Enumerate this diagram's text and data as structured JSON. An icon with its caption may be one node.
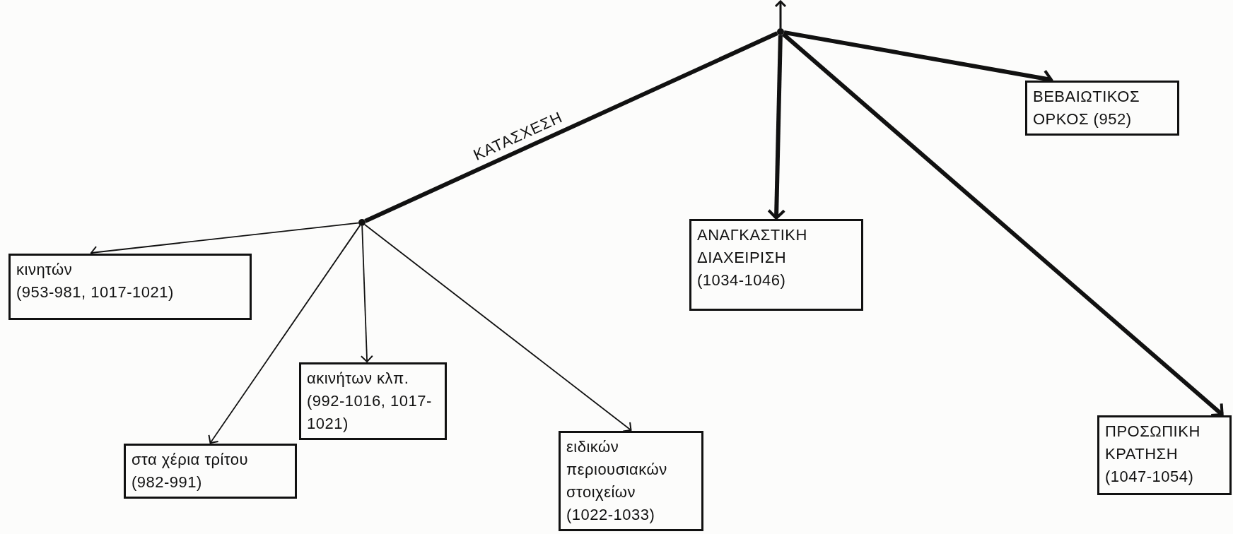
{
  "diagram": {
    "nodes": [
      {
        "text": [
          "ΒΕΒΑΙΩΤΙΚΟΣ ΟΡΚΟΣ (952)"
        ]
      },
      {
        "text": [
          "κινητών",
          "(953-981, 1017-1021)"
        ]
      },
      {
        "text": [
          "ακινήτων κλπ.",
          "(992-1016, 1017-1021)"
        ]
      },
      {
        "text": [
          "στα χέρια τρίτου",
          "(982-991)"
        ]
      },
      {
        "text": [
          "ειδικών περιουσιακών στοιχείων",
          "(1022-1033)"
        ]
      },
      {
        "text": [
          "ΑΝΑΓΚΑΣΤΙΚΗ ΔΙΑΧΕΙΡΙΣΗ",
          "(1034-1046)"
        ]
      },
      {
        "text": [
          "ΠΡΟΣΩΠΙΚΗ ΚΡΑΤΗΣΗ",
          "(1047-1054)"
        ]
      },
      {
        "text": [],
        "shape": "point"
      },
      {
        "text": [],
        "shape": "point"
      }
    ],
    "edges": [
      {
        "from": 7,
        "to": null,
        "arrow": "to"
      },
      {
        "from": 7,
        "to": 0,
        "arrow": "to",
        "style": "thick"
      },
      {
        "from": 7,
        "to": 5,
        "arrow": "to",
        "style": "thick"
      },
      {
        "from": 7,
        "to": 6,
        "arrow": "to",
        "style": "thick"
      },
      {
        "from": 7,
        "to": 8,
        "arrow": "none",
        "style": "thick",
        "label": "ΚΑΤΑΣΧΕΣΗ"
      },
      {
        "from": 8,
        "to": 1,
        "arrow": "to"
      },
      {
        "from": 8,
        "to": 2,
        "arrow": "to"
      },
      {
        "from": 8,
        "to": 3,
        "arrow": "to"
      },
      {
        "from": 8,
        "to": 4,
        "arrow": "to"
      }
    ]
  }
}
